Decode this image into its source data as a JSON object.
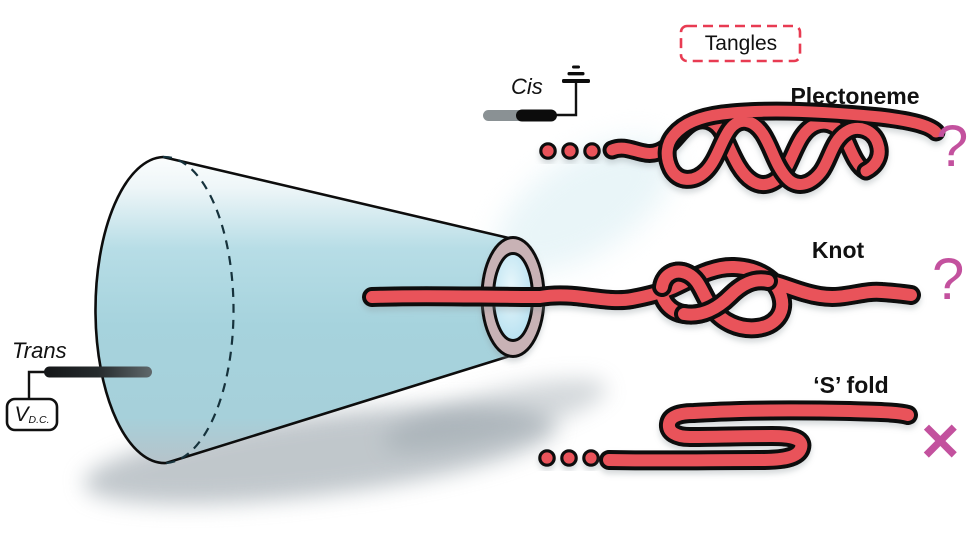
{
  "colors": {
    "rope_red": "#E9535A",
    "outline": "#0D0D0D",
    "pink": "#C3519E",
    "tangles_border": "#E83B52",
    "ring_mauve": "#C8B2B5",
    "cone_blue": "#A6D3DD",
    "electrode_gray": "#8A9194",
    "electrode_dark": "#1A1D1F",
    "shadow_gray": "#8E9AA2"
  },
  "labels": {
    "tangles": "Tangles",
    "cis": "Cis",
    "trans": "Trans",
    "voltage_v": "V",
    "voltage_sub": "D.C."
  },
  "tangle_rows": [
    {
      "label": "Plectoneme",
      "verdict": "?"
    },
    {
      "label": "Knot",
      "verdict": "?"
    },
    {
      "label": "‘S’ fold",
      "verdict": "×"
    }
  ]
}
